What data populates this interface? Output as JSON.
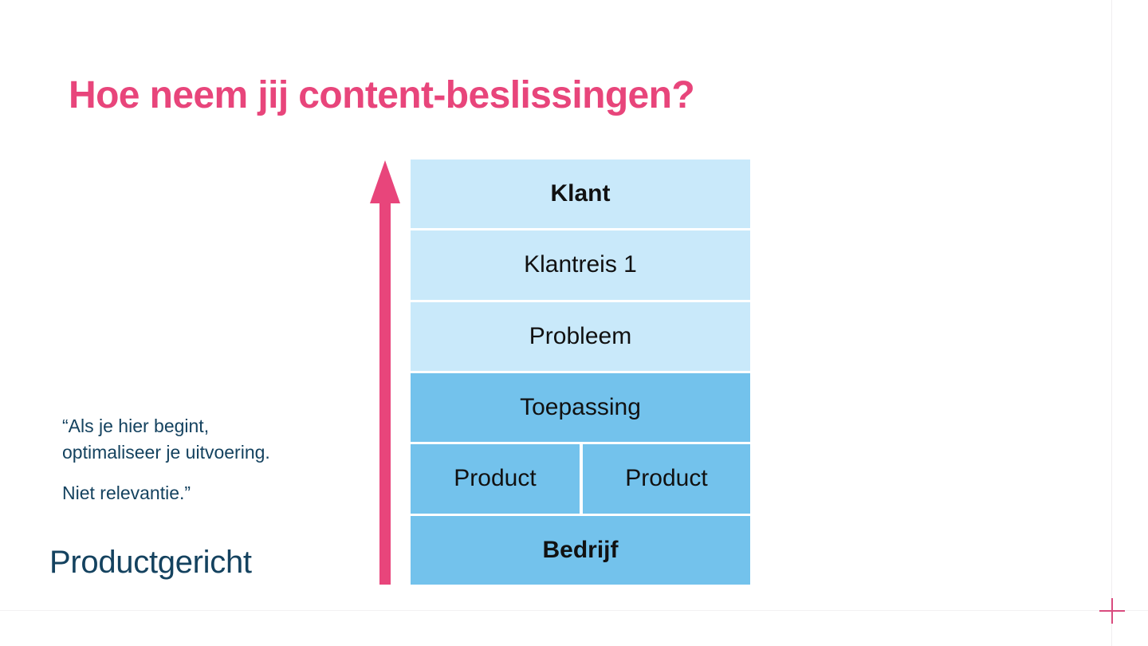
{
  "slide": {
    "title": "Hoe neem jij content-beslissingen?",
    "colors": {
      "accent_pink": "#e8457b",
      "text_navy": "#14425f",
      "tone_light_blue": "#c9e9fa",
      "tone_dark_blue": "#73c2ec",
      "guide_line": "#f0eef0"
    }
  },
  "left_panel": {
    "quote_line_1": "“Als je hier begint,",
    "quote_line_2": "optimaliseer je uitvoering.",
    "quote_line_3": "Niet relevantie.”",
    "bottom_label": "Productgericht"
  },
  "arrow": {
    "name": "upward-arrow",
    "direction": "up",
    "color": "#e8457b"
  },
  "stack": {
    "rows": [
      {
        "label": "Klant",
        "tone": "light",
        "bold": true,
        "split": false
      },
      {
        "label": "Klantreis 1",
        "tone": "light",
        "bold": false,
        "split": false
      },
      {
        "label": "Probleem",
        "tone": "light",
        "bold": false,
        "split": false
      },
      {
        "label": "Toepassing",
        "tone": "dark",
        "bold": false,
        "split": false
      },
      {
        "label": "",
        "tone": "dark",
        "bold": false,
        "split": true,
        "cells": [
          "Product",
          "Product"
        ]
      },
      {
        "label": "Bedrijf",
        "tone": "dark",
        "bold": true,
        "split": false
      }
    ]
  },
  "marks": {
    "crosshair": "registration-crosshair"
  }
}
